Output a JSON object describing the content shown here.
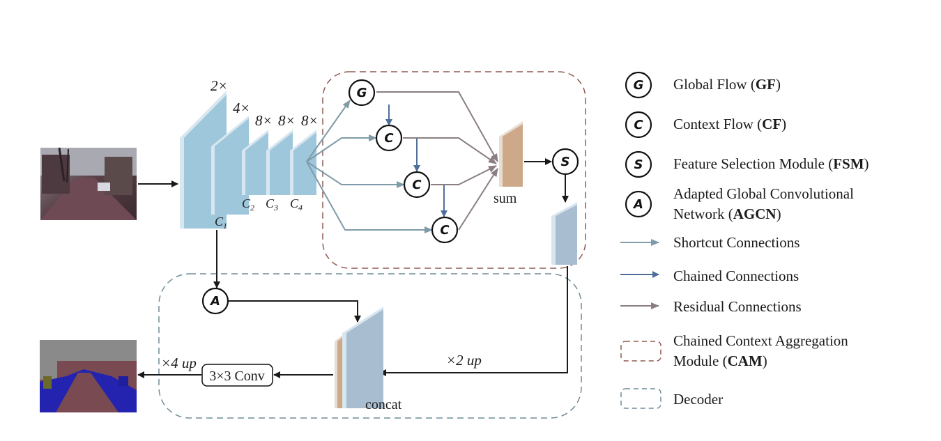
{
  "labels": {
    "scale_2x": "2×",
    "scale_4x": "4×",
    "scale_8x_a": "8×",
    "scale_8x_b": "8×",
    "scale_8x_c": "8×",
    "c1": "C",
    "c1_sub": "1",
    "c2": "C",
    "c2_sub": "2",
    "c3": "C",
    "c3_sub": "3",
    "c4": "C",
    "c4_sub": "4",
    "sum": "sum",
    "concat": "concat",
    "up2": "×2 up",
    "up4": "×4 up",
    "conv": "3×3 Conv"
  },
  "nodes": {
    "global_flow": "G",
    "context_flow_1": "C",
    "context_flow_2": "C",
    "context_flow_3": "C",
    "feature_selection": "S",
    "adapted_gcn": "A"
  },
  "legend": {
    "gf_letter": "G",
    "gf_text": "Global Flow (",
    "gf_bold": "GF",
    "gf_close": ")",
    "cf_letter": "C",
    "cf_text": "Context Flow (",
    "cf_bold": "CF",
    "cf_close": ")",
    "fsm_letter": "S",
    "fsm_text": "Feature Selection Module (",
    "fsm_bold": "FSM",
    "fsm_close": ")",
    "agcn_letter": "A",
    "agcn_line1": "Adapted Global Convolutional",
    "agcn_line2": "Network (",
    "agcn_bold": "AGCN",
    "agcn_close": ")",
    "shortcut": "Shortcut Connections",
    "chained": "Chained Connections",
    "residual": "Residual Connections",
    "cam_line1": "Chained Context Aggregation",
    "cam_line2": "Module (",
    "cam_bold": "CAM",
    "cam_close": ")",
    "decoder": "Decoder"
  },
  "colors": {
    "block_blue": "#9fc7dc",
    "block_side": "#d7e6ef",
    "brown_block": "#cda98a",
    "shortcut_arrow": "#7f9aa8",
    "chained_arrow": "#4f6f9b",
    "residual_arrow": "#8a7e80",
    "cam_border": "#8f5a50",
    "decoder_border": "#6f8c99"
  }
}
